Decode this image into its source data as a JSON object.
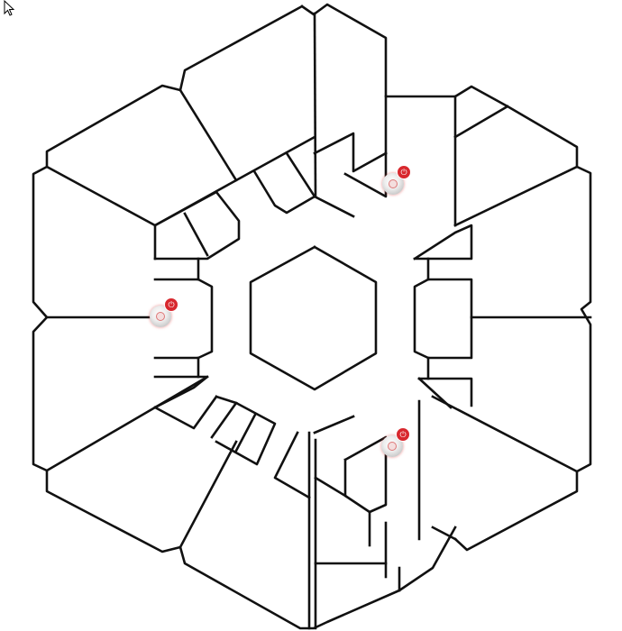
{
  "floorplan": {
    "markers": [
      {
        "id": "left",
        "icon": "plug-icon",
        "pin_icon": "target-pin-icon"
      },
      {
        "id": "top-right",
        "icon": "plug-icon",
        "pin_icon": "target-pin-icon"
      },
      {
        "id": "bottom-right",
        "icon": "plug-icon",
        "pin_icon": "target-pin-icon"
      }
    ],
    "colors": {
      "wall": "#111111",
      "badge": "#d8282e",
      "background": "#ffffff"
    }
  }
}
